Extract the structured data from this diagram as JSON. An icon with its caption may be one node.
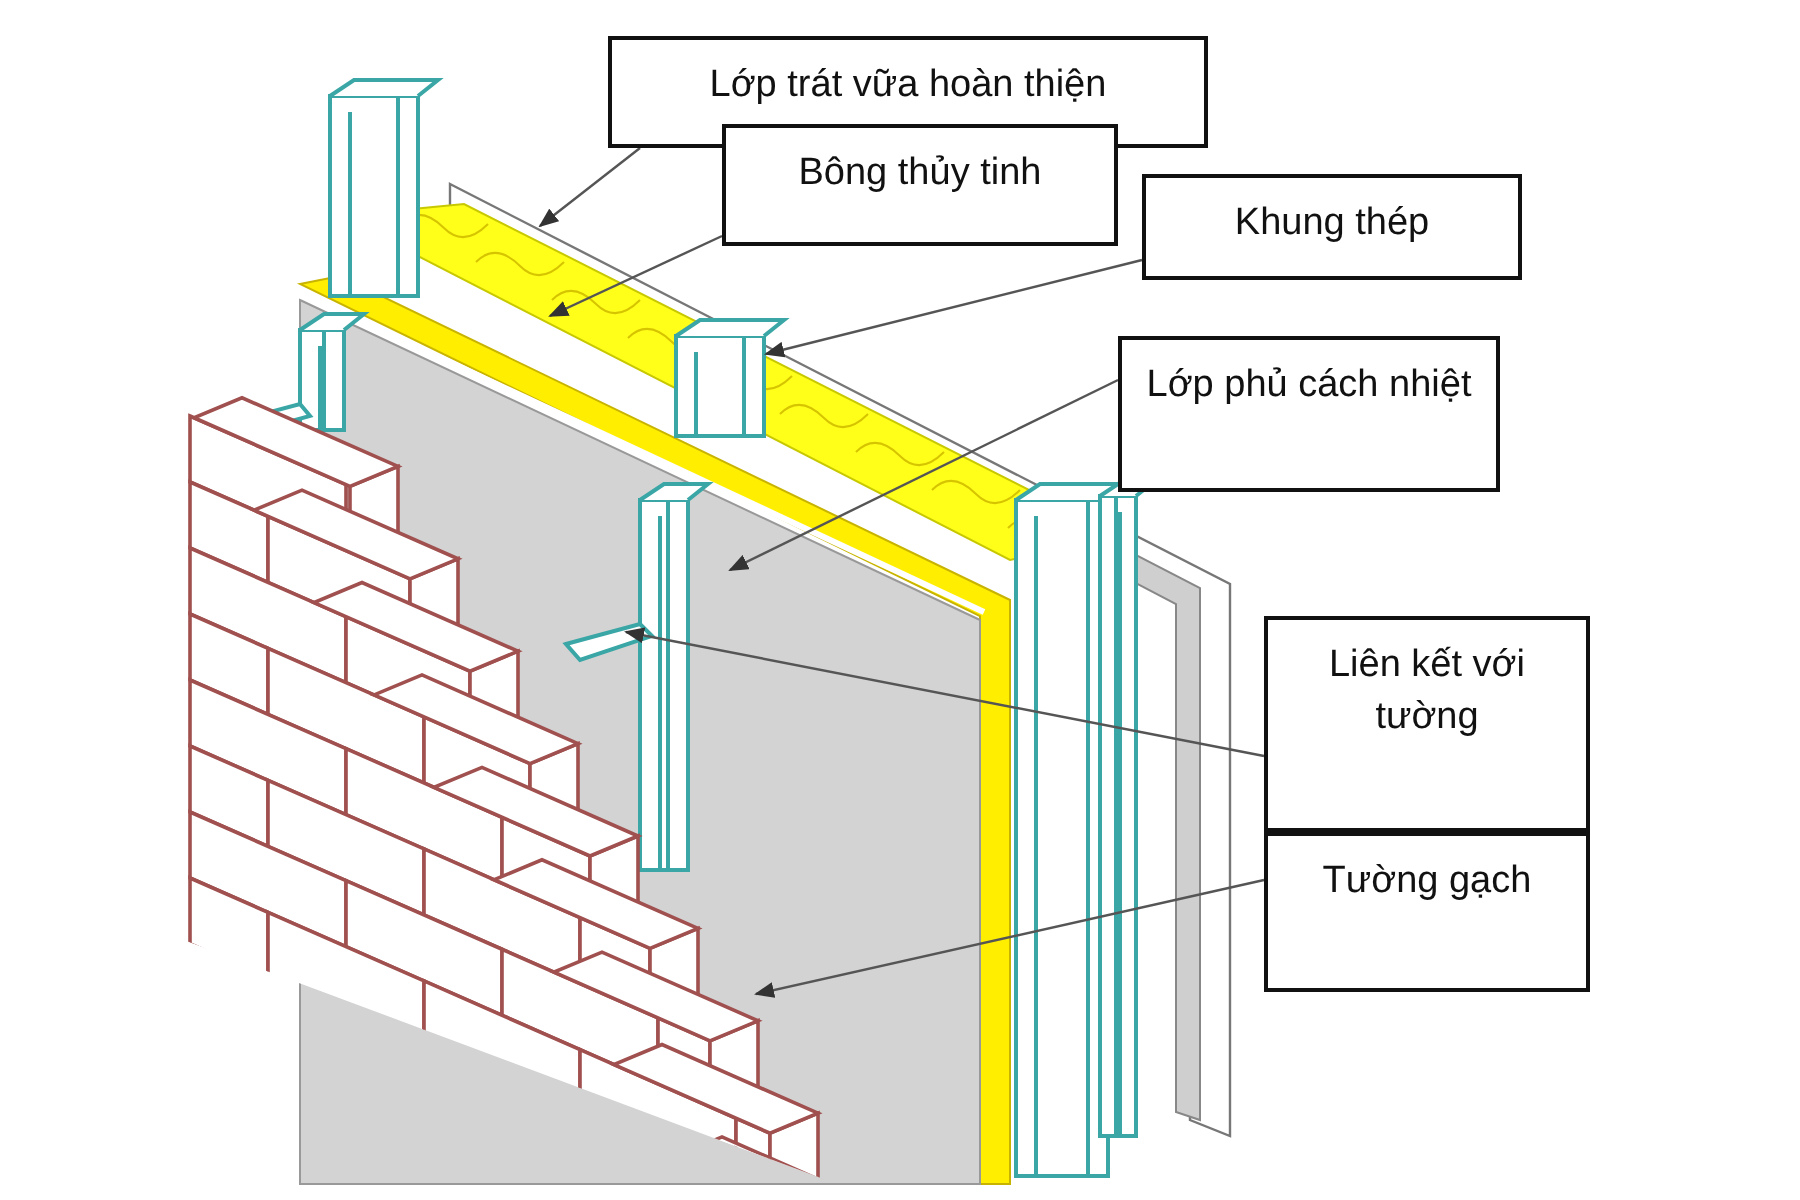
{
  "diagram": {
    "nodes": [
      {
        "text": [
          "Lớp trát vữa hoàn thiện"
        ]
      },
      {
        "text": [
          "Bông thủy tinh"
        ]
      },
      {
        "text": [
          "Khung thép"
        ]
      },
      {
        "text": [
          "Lớp phủ cách nhiệt"
        ]
      },
      {
        "text": [
          "Liên kết với tường"
        ]
      },
      {
        "text": [
          "Tường gạch"
        ]
      }
    ],
    "edges": [
      {
        "from": 0,
        "to": null,
        "arrow": "to"
      },
      {
        "from": 1,
        "to": null,
        "arrow": "to"
      },
      {
        "from": 2,
        "to": null,
        "arrow": "to"
      },
      {
        "from": 3,
        "to": null,
        "arrow": "to"
      },
      {
        "from": 4,
        "to": null,
        "arrow": "to"
      },
      {
        "from": 5,
        "to": null,
        "arrow": "to"
      }
    ]
  }
}
